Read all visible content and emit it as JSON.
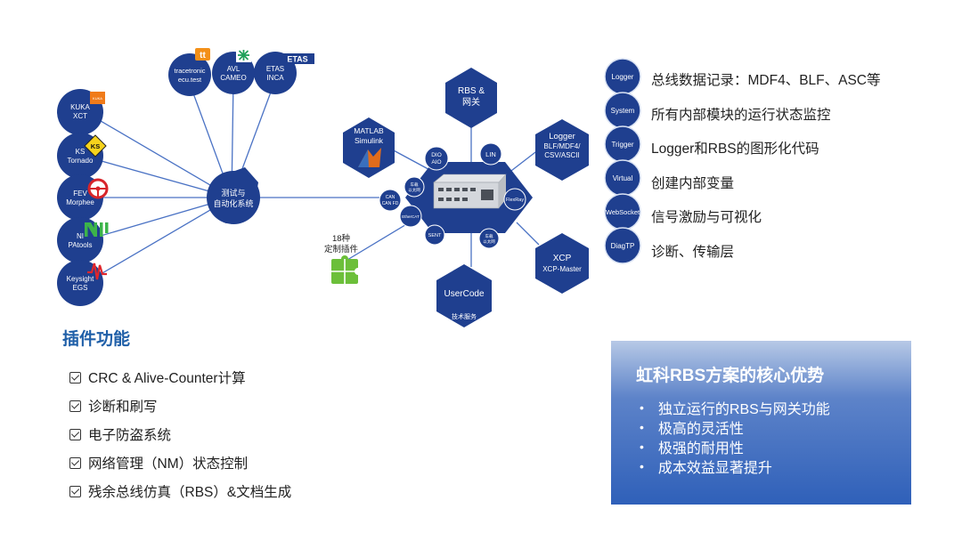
{
  "colors": {
    "node": "#1f3f8f",
    "line": "#4a72c4",
    "accent": "#1f5fa8"
  },
  "tools_left": [
    {
      "line1": "KUKA",
      "line2": "XCT",
      "logo": "kuka-logo"
    },
    {
      "line1": "KS",
      "line2": "Tornado",
      "logo": "ks-logo"
    },
    {
      "line1": "FEV",
      "line2": "Morphee",
      "logo": "fev-steering-logo"
    },
    {
      "line1": "NI",
      "line2": "PAtools",
      "logo": "ni-logo"
    },
    {
      "line1": "Keysight",
      "line2": "EGS",
      "logo": "keysight-logo"
    }
  ],
  "tools_top": [
    {
      "line1": "tracetronic",
      "line2": "ecu.test",
      "logo": "tt-logo"
    },
    {
      "line1": "AVL",
      "line2": "CAMEO",
      "logo": "avl-logo"
    },
    {
      "line1": "ETAS",
      "line2": "INCA",
      "logo": "etas-logo"
    }
  ],
  "logos": {
    "ks": "KS",
    "tt": "tt",
    "etas": "ETAS",
    "kuka": "KUKA"
  },
  "hub": {
    "line1": "测试与",
    "line2": "自动化系统"
  },
  "plugins": {
    "line1": "18种",
    "line2": "定制插件"
  },
  "hexagons": {
    "rbs": {
      "line1": "RBS &",
      "line2": "网关"
    },
    "matlab": {
      "line1": "MATLAB",
      "line2": "Simulink"
    },
    "logger": {
      "line1": "Logger",
      "line2": "BLF/MDF4/",
      "line3": "CSV/ASCII"
    },
    "xcp": {
      "line1": "XCP",
      "line2": "XCP-Master"
    },
    "usercode": {
      "line1": "UserCode",
      "line2": "技术服务"
    }
  },
  "interfaces": {
    "dio": {
      "line1": "DIO",
      "line2": "AIO"
    },
    "lin": "LIN",
    "eth_top": {
      "line1": "车载",
      "line2": "以太网"
    },
    "can": {
      "line1": "CAN",
      "line2": "CAN FD"
    },
    "flexray": "FlexRay",
    "ethercat": "EtherCAT",
    "sent": "SENT",
    "eth_bottom": {
      "line1": "车载",
      "line2": "以太网"
    }
  },
  "capabilities": [
    {
      "tag": "Logger",
      "text": "总线数据记录：MDF4、BLF、ASC等"
    },
    {
      "tag": "System",
      "text": "所有内部模块的运行状态监控"
    },
    {
      "tag": "Trigger",
      "text": "Logger和RBS的图形化代码"
    },
    {
      "tag": "Virtual",
      "text": "创建内部变量"
    },
    {
      "tag": "WebSocket",
      "text": "信号激励与可视化"
    },
    {
      "tag": "DiagTP",
      "text": "诊断、传输层"
    }
  ],
  "features_title": "插件功能",
  "features": [
    "CRC & Alive-Counter计算",
    "诊断和刷写",
    "电子防盗系统",
    "网络管理（NM）状态控制",
    "残余总线仿真（RBS）&文档生成"
  ],
  "advantages": {
    "title": "虹科RBS方案的核心优势",
    "items": [
      "独立运行的RBS与网关功能",
      "极高的灵活性",
      "极强的耐用性",
      "成本效益显著提升"
    ]
  }
}
